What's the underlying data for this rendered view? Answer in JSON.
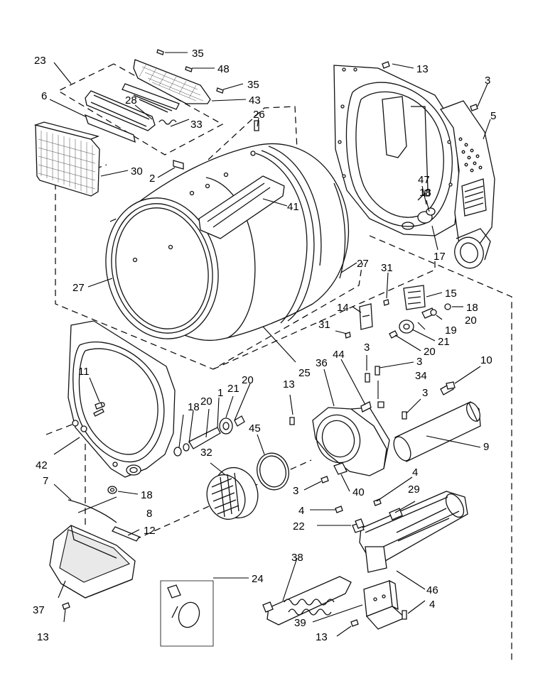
{
  "diagram": {
    "callouts": [
      {
        "id": "c23a",
        "text": "23"
      },
      {
        "id": "c35a",
        "text": "35"
      },
      {
        "id": "c48",
        "text": "48"
      },
      {
        "id": "c35b",
        "text": "35"
      },
      {
        "id": "c43",
        "text": "43"
      },
      {
        "id": "c6",
        "text": "6"
      },
      {
        "id": "c28",
        "text": "28"
      },
      {
        "id": "c33",
        "text": "33"
      },
      {
        "id": "c26",
        "text": "26"
      },
      {
        "id": "c13a",
        "text": "13"
      },
      {
        "id": "c3a",
        "text": "3"
      },
      {
        "id": "c5",
        "text": "5"
      },
      {
        "id": "c30",
        "text": "30"
      },
      {
        "id": "c2",
        "text": "2"
      },
      {
        "id": "c41",
        "text": "41"
      },
      {
        "id": "c47",
        "text": "47"
      },
      {
        "id": "c18a",
        "text": "18"
      },
      {
        "id": "c17",
        "text": "17"
      },
      {
        "id": "c27a",
        "text": "27"
      },
      {
        "id": "c27b",
        "text": "27"
      },
      {
        "id": "c31a",
        "text": "31"
      },
      {
        "id": "c15",
        "text": "15"
      },
      {
        "id": "c14",
        "text": "14"
      },
      {
        "id": "c18b",
        "text": "18"
      },
      {
        "id": "c20a",
        "text": "20"
      },
      {
        "id": "c31b",
        "text": "31"
      },
      {
        "id": "c19",
        "text": "19"
      },
      {
        "id": "c21a",
        "text": "21"
      },
      {
        "id": "c20b",
        "text": "20"
      },
      {
        "id": "c25",
        "text": "25"
      },
      {
        "id": "c36",
        "text": "36"
      },
      {
        "id": "c44",
        "text": "44"
      },
      {
        "id": "c3b",
        "text": "3"
      },
      {
        "id": "c3c",
        "text": "3"
      },
      {
        "id": "c10",
        "text": "10"
      },
      {
        "id": "c11",
        "text": "11"
      },
      {
        "id": "c1",
        "text": "1"
      },
      {
        "id": "c20c",
        "text": "20"
      },
      {
        "id": "c21b",
        "text": "21"
      },
      {
        "id": "c18c",
        "text": "18"
      },
      {
        "id": "c20d",
        "text": "20"
      },
      {
        "id": "c13b",
        "text": "13"
      },
      {
        "id": "c34",
        "text": "34"
      },
      {
        "id": "c3d",
        "text": "3"
      },
      {
        "id": "c45",
        "text": "45"
      },
      {
        "id": "c9",
        "text": "9"
      },
      {
        "id": "c42",
        "text": "42"
      },
      {
        "id": "c32",
        "text": "32"
      },
      {
        "id": "c7",
        "text": "7"
      },
      {
        "id": "c18d",
        "text": "18"
      },
      {
        "id": "c3e",
        "text": "3"
      },
      {
        "id": "c40",
        "text": "40"
      },
      {
        "id": "c4a",
        "text": "4"
      },
      {
        "id": "c29",
        "text": "29"
      },
      {
        "id": "c8",
        "text": "8"
      },
      {
        "id": "c4b",
        "text": "4"
      },
      {
        "id": "c22",
        "text": "22"
      },
      {
        "id": "c12",
        "text": "12"
      },
      {
        "id": "c38",
        "text": "38"
      },
      {
        "id": "c24",
        "text": "24"
      },
      {
        "id": "c46",
        "text": "46"
      },
      {
        "id": "c37",
        "text": "37"
      },
      {
        "id": "c4c",
        "text": "4"
      },
      {
        "id": "c39",
        "text": "39"
      },
      {
        "id": "c13c",
        "text": "13"
      },
      {
        "id": "c13d",
        "text": "13"
      }
    ]
  }
}
